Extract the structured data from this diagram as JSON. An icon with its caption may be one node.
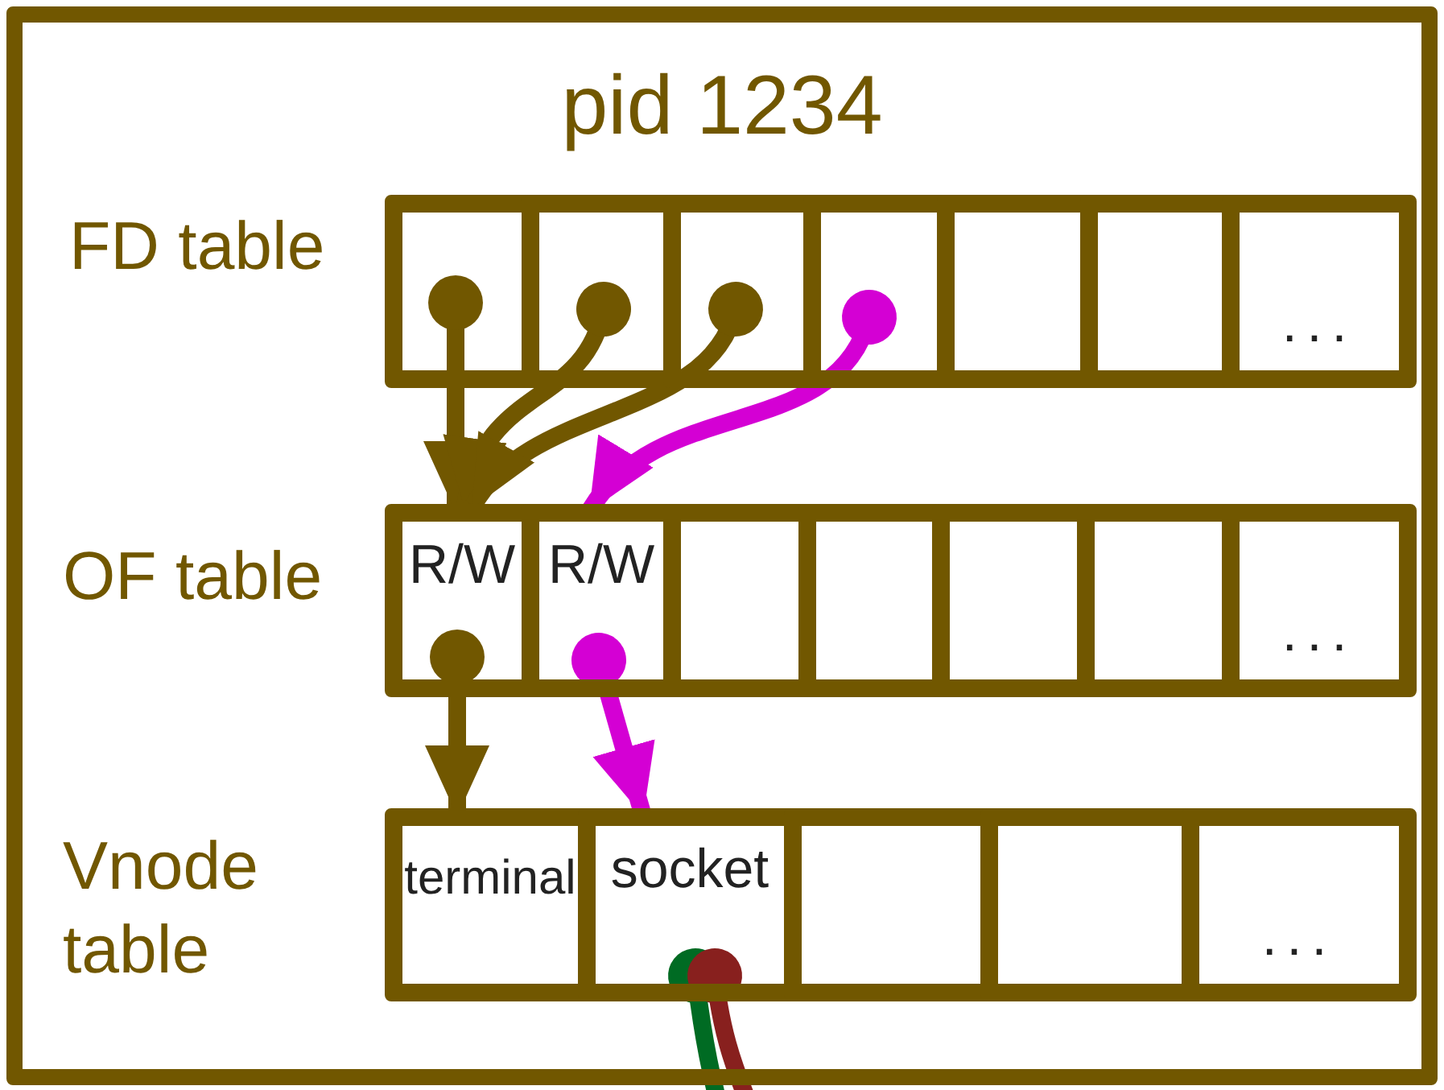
{
  "diagram": {
    "nodes": [
      {
        "text": [
          "pid 1234"
        ]
      },
      {
        "text": [],
        "shape": "box",
        "in": 0
      },
      {
        "text": [],
        "shape": "box",
        "in": 0
      },
      {
        "text": [],
        "shape": "box",
        "in": 0
      },
      {
        "text": [],
        "shape": "box",
        "in": 0
      },
      {
        "text": [],
        "shape": "box",
        "in": 0
      },
      {
        "text": [],
        "shape": "box",
        "in": 0
      },
      {
        "text": [
          "..."
        ],
        "in": 0
      },
      {
        "text": [
          "R/W"
        ],
        "in": 0
      },
      {
        "text": [
          "R/W"
        ],
        "in": 0
      },
      {
        "text": [],
        "shape": "box",
        "in": 0
      },
      {
        "text": [],
        "shape": "box",
        "in": 0
      },
      {
        "text": [],
        "shape": "box",
        "in": 0
      },
      {
        "text": [],
        "shape": "box",
        "in": 0
      },
      {
        "text": [
          "..."
        ],
        "in": 0
      },
      {
        "text": [
          "terminal"
        ],
        "in": 0
      },
      {
        "text": [
          "socket"
        ],
        "in": 0
      },
      {
        "text": [],
        "shape": "box",
        "in": 0
      },
      {
        "text": [],
        "shape": "box",
        "in": 0
      },
      {
        "text": [
          "..."
        ],
        "in": 0
      }
    ],
    "edges": [
      {
        "from": 1,
        "to": 8,
        "arrow": "to"
      },
      {
        "from": 2,
        "to": 8,
        "arrow": "to"
      },
      {
        "from": 3,
        "to": 8,
        "arrow": "to"
      },
      {
        "from": 4,
        "to": 9,
        "arrow": "to",
        "color": "#d400d4"
      },
      {
        "from": 8,
        "to": 15,
        "arrow": "to"
      },
      {
        "from": 9,
        "to": 16,
        "arrow": "to",
        "color": "#d400d4"
      },
      {
        "from": 16,
        "to": null,
        "arrow": "other",
        "color": "#006b23"
      },
      {
        "from": 16,
        "to": null,
        "arrow": "other",
        "color": "#88201e"
      }
    ],
    "labels": [
      "FD table",
      "OF table",
      "Vnode table"
    ]
  }
}
